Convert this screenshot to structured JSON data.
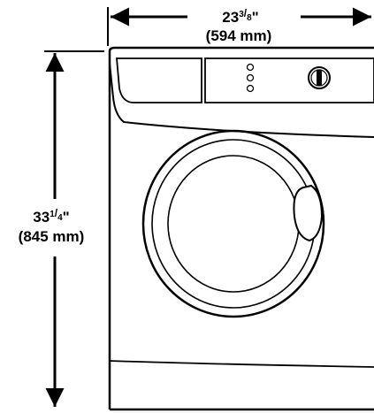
{
  "width_dimension": {
    "imperial_whole": "23",
    "imperial_numerator": "3",
    "imperial_denominator": "8",
    "imperial_unit": "\"",
    "metric": "(594 mm)"
  },
  "height_dimension": {
    "imperial_whole": "33",
    "imperial_numerator": "1",
    "imperial_denominator": "4",
    "imperial_unit": "\"",
    "metric": "(845 mm)"
  },
  "colors": {
    "line": "#000000",
    "background": "#ffffff"
  }
}
